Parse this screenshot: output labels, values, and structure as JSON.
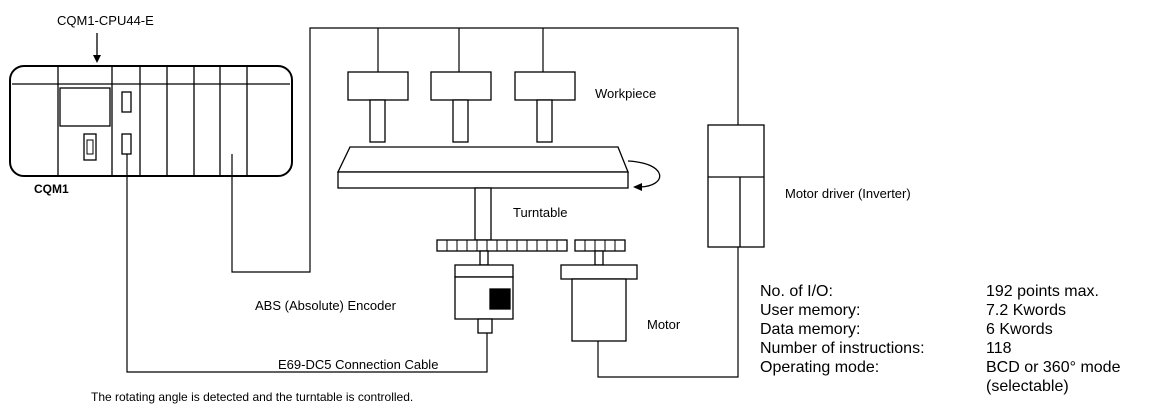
{
  "labels": {
    "cpu_model": "CQM1-CPU44-E",
    "plc_name": "CQM1",
    "workpiece": "Workpiece",
    "turntable": "Turntable",
    "motor_driver": "Motor driver (Inverter)",
    "encoder": "ABS (Absolute) Encoder",
    "motor": "Motor",
    "cable": "E69-DC5 Connection Cable",
    "caption": "The rotating angle is detected and the turntable is controlled."
  },
  "specs": [
    {
      "key": "No. of I/O:",
      "value": "192 points max."
    },
    {
      "key": "User memory:",
      "value": "7.2 Kwords"
    },
    {
      "key": "Data memory:",
      "value": "6 Kwords"
    },
    {
      "key": "Number of instructions:",
      "value": "118"
    },
    {
      "key": "Operating mode:",
      "value": "BCD or 360° mode"
    },
    {
      "key": "",
      "value": "(selectable)"
    }
  ]
}
